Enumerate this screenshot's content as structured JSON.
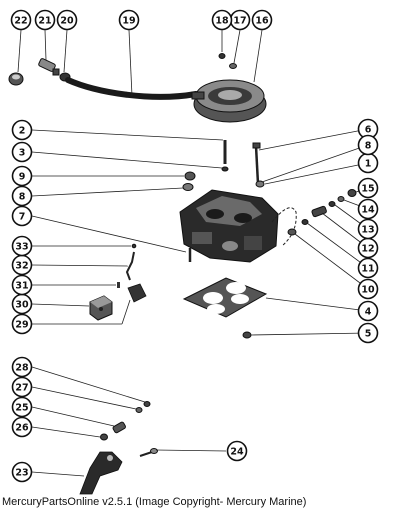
{
  "footer": {
    "caption": "MercuryPartsOnline v2.5.1 (Image Copyright- Mercury Marine)"
  },
  "callouts": [
    "1",
    "2",
    "3",
    "4",
    "5",
    "6",
    "7",
    "8",
    "8",
    "9",
    "10",
    "11",
    "12",
    "13",
    "14",
    "15",
    "16",
    "17",
    "18",
    "19",
    "20",
    "21",
    "22",
    "23",
    "24",
    "25",
    "26",
    "27",
    "28",
    "29",
    "30",
    "31",
    "32",
    "33"
  ],
  "colors": {
    "ink": "#111111",
    "background": "#ffffff",
    "part_dark": "#2a2a2a",
    "part_mid": "#6a6a6a"
  }
}
